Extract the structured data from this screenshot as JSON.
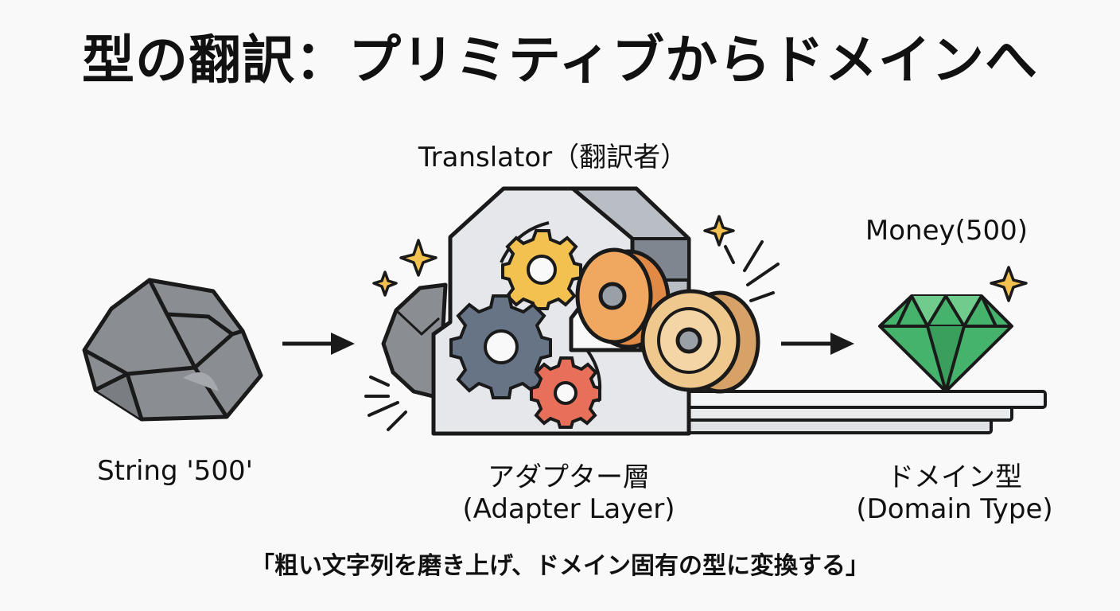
{
  "title": "型の翻訳：プリミティブからドメインへ",
  "translator_label": "Translator（翻訳者）",
  "input": {
    "label": "String '500'"
  },
  "adapter": {
    "label_jp": "アダプター層",
    "label_en": "(Adapter Layer)"
  },
  "output": {
    "value_label": "Money(500)",
    "label_jp": "ドメイン型",
    "label_en": "(Domain Type)"
  },
  "caption": "「粗い文字列を磨き上げ、ドメイン固有の型に変換する」",
  "colors": {
    "rock": "#8a8d91",
    "rock_dark": "#6e7175",
    "machine": "#e6e7ea",
    "machine_side": "#b9bec4",
    "gear_yellow": "#f2c150",
    "gear_blue": "#667486",
    "gear_red": "#e8705a",
    "roller_orange": "#f0a860",
    "roller_tan": "#efc88e",
    "gem": "#45b36b",
    "outline": "#1a1a1a"
  }
}
